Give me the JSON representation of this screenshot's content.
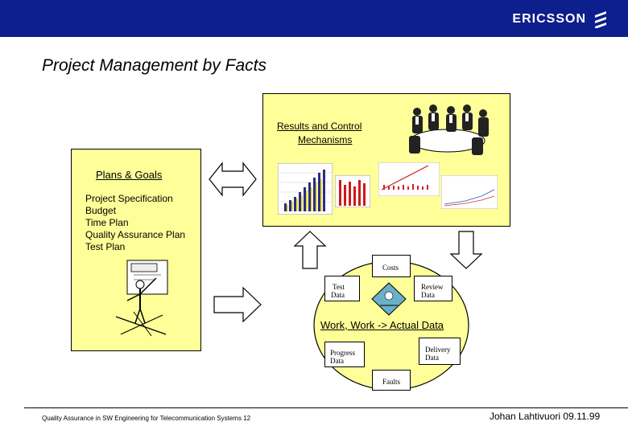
{
  "header": {
    "brand": "ERICSSON",
    "brand_color": "#0c1f8c",
    "logo_icon": "ericsson-logo-icon"
  },
  "slide": {
    "title": "Project Management by Facts",
    "results_box": {
      "label_line1": "Results and Control",
      "label_line2": "Mechanisms"
    },
    "plans_box": {
      "heading": "Plans & Goals",
      "items": [
        "Project Specification",
        "Budget",
        "Time Plan",
        "Quality Assurance Plan",
        "Test Plan"
      ]
    },
    "work_cycle": {
      "label": "Work, Work -> Actual Data",
      "costs": "Costs",
      "test_data": [
        "Test",
        "Data"
      ],
      "review_data": [
        "Review",
        "Data"
      ],
      "progress_data": [
        "Progress",
        "Data"
      ],
      "delivery_data": [
        "Delivery",
        "Data"
      ],
      "faults": "Faults"
    },
    "highlight_color": "#ffff99"
  },
  "footer": {
    "left": "Quality Assurance in SW Engineering for Telecommunication Systems 12",
    "right": "Johan Lahtivuori 09.11.99"
  }
}
